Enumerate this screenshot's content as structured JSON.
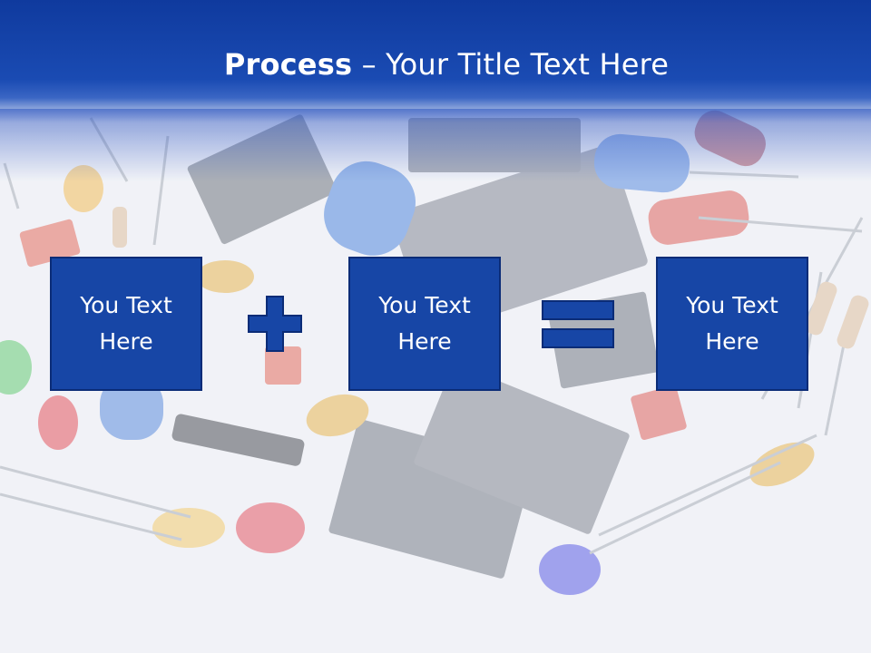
{
  "title": {
    "bold": "Process",
    "rest": " – Your Title Text Here"
  },
  "boxes": [
    {
      "label": "You Text Here"
    },
    {
      "label": "You Text Here"
    },
    {
      "label": "You Text Here"
    }
  ],
  "operators": [
    "plus-icon",
    "equals-icon"
  ],
  "colors": {
    "header": "#1a4bb3",
    "box_fill": "#1746a6",
    "box_border": "#0b2c77",
    "operator": "#1746a6"
  }
}
